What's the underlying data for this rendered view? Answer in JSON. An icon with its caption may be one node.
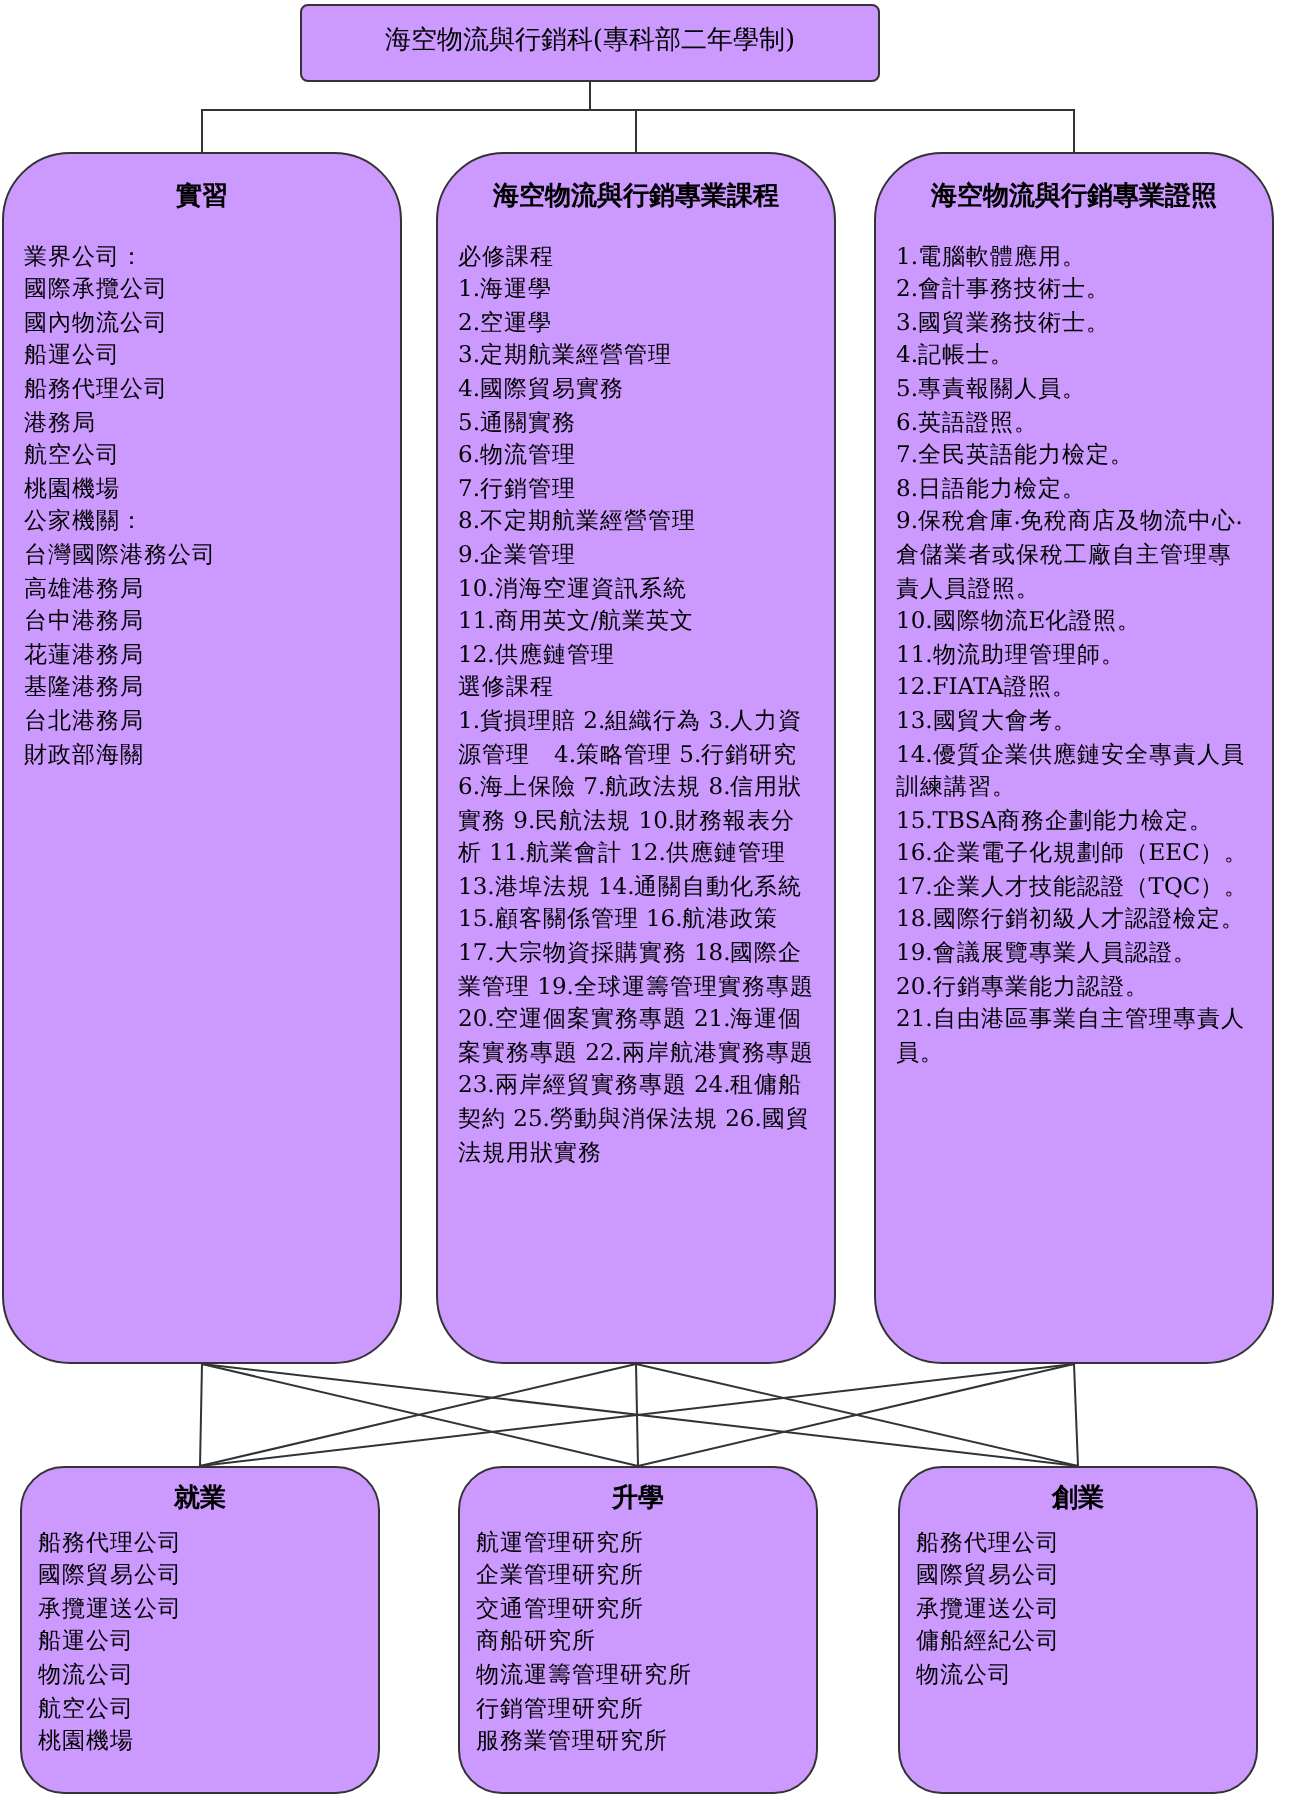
{
  "diagram": {
    "nodes": [
      {
        "text": [
          "海空物流與行銷科(專科部二年學制)"
        ]
      },
      {
        "text": [
          "實習",
          "業界公司：",
          "國際承攬公司",
          "國內物流公司",
          "船運公司",
          "船務代理公司",
          "港務局",
          "航空公司",
          "桃園機場",
          "公家機關：",
          "台灣國際港務公司",
          "高雄港務局",
          "台中港務局",
          "花蓮港務局",
          "基隆港務局",
          "台北港務局",
          "財政部海關"
        ]
      },
      {
        "text": [
          "海空物流與行銷專業課程",
          "必修課程",
          "1.海運學",
          "2.空運學",
          "3.定期航業經營管理",
          "4.國際貿易實務",
          "5.通關實務",
          "6.物流管理",
          "7.行銷管理",
          "8.不定期航業經營管理",
          "9.企業管理",
          "10.消海空運資訊系統",
          "11.商用英文/航業英文",
          "12.供應鏈管理",
          "選修課程",
          "1.貨損理賠 2.組織行為 3.人力資源管理　4.策略管理 5.行銷研究 6.海上保險 7.航政法規 8.信用狀實務 9.民航法規 10.財務報表分析 11.航業會計 12.供應鏈管理 13.港埠法規 14.通關自動化系統 15.顧客關係管理 16.航港政策 17.大宗物資採購實務 18.國際企業管理 19.全球運籌管理實務專題 20.空運個案實務專題 21.海運個案實務專題 22.兩岸航港實務專題 23.兩岸經貿實務專題 24.租傭船契約 25.勞動與消保法規 26.國貿法規用狀實務"
        ]
      },
      {
        "text": [
          "海空物流與行銷專業證照",
          "1.電腦軟體應用。",
          "2.會計事務技術士。",
          "3.國貿業務技術士。",
          "4.記帳士。",
          "5.專責報關人員。",
          "6.英語證照。",
          "7.全民英語能力檢定。",
          "8.日語能力檢定。",
          "9.保稅倉庫‧免稅商店及物流中心‧倉儲業者或保稅工廠自主管理專責人員證照。",
          "10.國際物流E化證照。",
          "11.物流助理管理師。",
          "12.FIATA證照。",
          "13.國貿大會考。",
          "14.優質企業供應鏈安全專責人員訓練講習。",
          "15.TBSA商務企劃能力檢定。",
          "16.企業電子化規劃師（EEC）。",
          "17.企業人才技能認證（TQC）。",
          "18.國際行銷初級人才認證檢定。",
          "19.會議展覽專業人員認證。",
          "20.行銷專業能力認證。",
          "21.自由港區事業自主管理專責人員。"
        ]
      },
      {
        "text": [
          "就業",
          "船務代理公司",
          "國際貿易公司",
          "承攬運送公司",
          "船運公司",
          "物流公司",
          "航空公司",
          "桃園機場"
        ]
      },
      {
        "text": [
          "升學",
          "航運管理研究所",
          "企業管理研究所",
          "交通管理研究所",
          "商船研究所",
          "物流運籌管理研究所",
          "行銷管理研究所",
          "服務業管理研究所"
        ]
      },
      {
        "text": [
          "創業",
          "船務代理公司",
          "國際貿易公司",
          "承攬運送公司",
          "傭船經紀公司",
          "物流公司"
        ]
      }
    ],
    "edges": [
      {
        "from": 0,
        "to": 1,
        "arrow": "none"
      },
      {
        "from": 0,
        "to": 2,
        "arrow": "none"
      },
      {
        "from": 0,
        "to": 3,
        "arrow": "none"
      },
      {
        "from": 1,
        "to": 4,
        "arrow": "none"
      },
      {
        "from": 1,
        "to": 5,
        "arrow": "none"
      },
      {
        "from": 1,
        "to": 6,
        "arrow": "none"
      },
      {
        "from": 2,
        "to": 4,
        "arrow": "none"
      },
      {
        "from": 2,
        "to": 5,
        "arrow": "none"
      },
      {
        "from": 2,
        "to": 6,
        "arrow": "none"
      },
      {
        "from": 3,
        "to": 4,
        "arrow": "none"
      },
      {
        "from": 3,
        "to": 5,
        "arrow": "none"
      },
      {
        "from": 3,
        "to": 6,
        "arrow": "none"
      }
    ]
  }
}
